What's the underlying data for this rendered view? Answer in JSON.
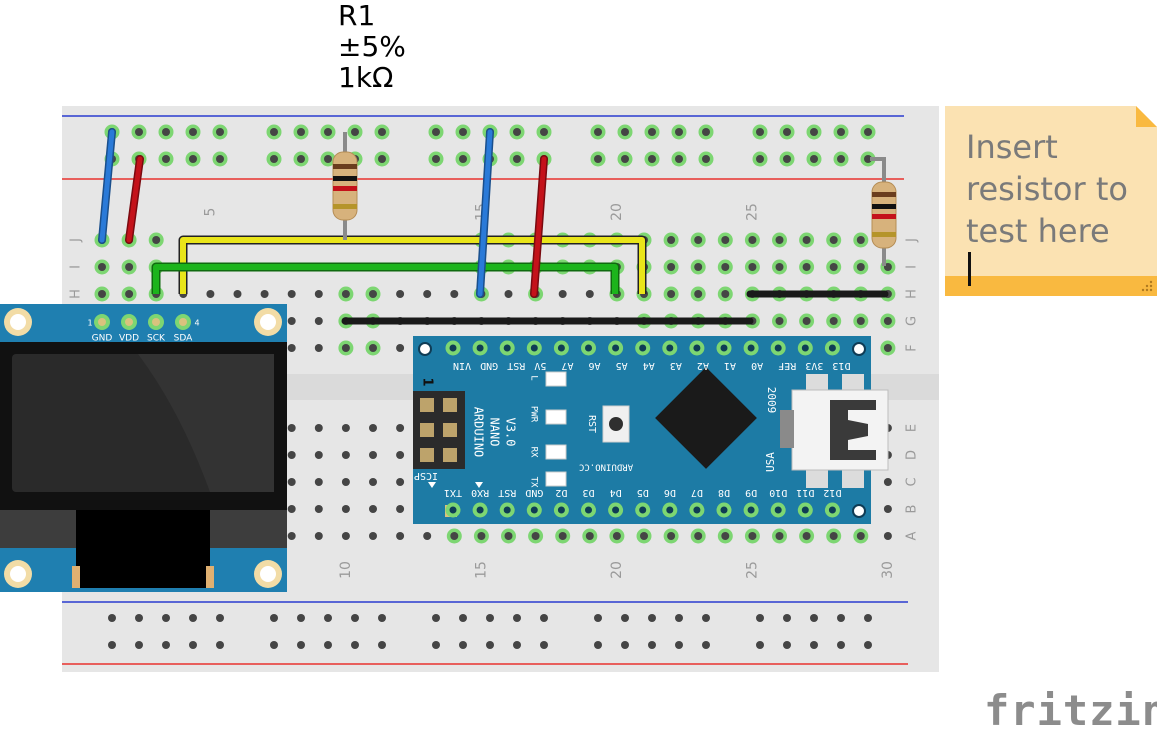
{
  "resistor_label": {
    "name": "R1",
    "tolerance": "±5%",
    "value": "1kΩ"
  },
  "note": {
    "lines": [
      "Insert",
      "resistor to",
      "test here"
    ]
  },
  "brand": "fritzing",
  "breadboard": {
    "column_numbers": [
      "5",
      "10",
      "15",
      "20",
      "25",
      "30"
    ],
    "row_letters_top": [
      "J",
      "I",
      "H",
      "G",
      "F"
    ],
    "row_letters_bottom": [
      "E",
      "D",
      "C",
      "B",
      "A"
    ]
  },
  "oled": {
    "pins": [
      "GND",
      "VDD",
      "SCK",
      "SDA"
    ],
    "pin_first": "1",
    "pin_last": "4"
  },
  "arduino": {
    "top_pins": [
      "VIN",
      "GND",
      "RST",
      "5V",
      "A7",
      "A6",
      "A5",
      "A4",
      "A3",
      "A2",
      "A1",
      "A0",
      "REF",
      "3V3",
      "D13"
    ],
    "bottom_pins": [
      "TX1",
      "RX0",
      "RST",
      "GND",
      "D2",
      "D3",
      "D4",
      "D5",
      "D6",
      "D7",
      "D8",
      "D9",
      "D10",
      "D11",
      "D12"
    ],
    "model": [
      "ARDUINO",
      "NANO",
      "V3.0"
    ],
    "leds": [
      "L",
      "PWR",
      "RX",
      "TX"
    ],
    "rst": "RST",
    "icsp": "ICSP",
    "icsp_num": "1",
    "site": "ARDUINO.CC",
    "year": "2009",
    "country": "USA"
  },
  "colors": {
    "board": "#e6e6e6",
    "hole": "#454545",
    "hole_active": "#7dd672",
    "rail_red": "#e8322f",
    "rail_blue": "#2a3bcf",
    "wire_yellow": "#e9e51a",
    "wire_green": "#1cb41c",
    "wire_black": "#1a1a1a",
    "wire_blue": "#2a7ad8",
    "wire_red": "#c4121a",
    "nano": "#1d7ba5",
    "note": "#fbe2b2",
    "note_band": "#f9b940"
  }
}
